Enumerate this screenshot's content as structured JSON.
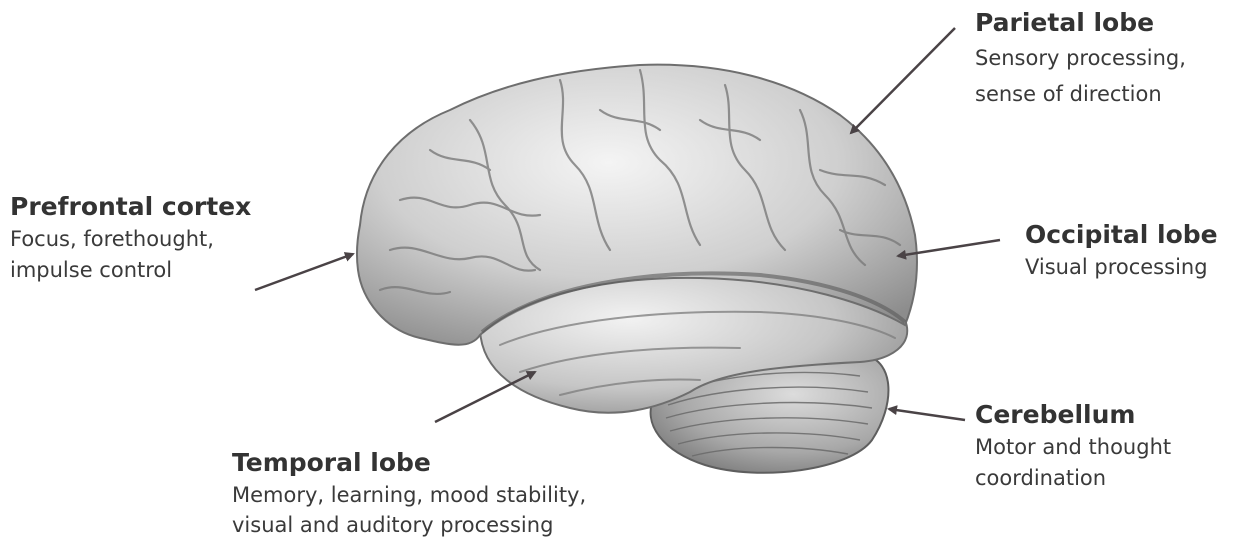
{
  "labels": {
    "parietal": {
      "title": "Parietal lobe",
      "desc_line1": "Sensory processing,",
      "desc_line2": "sense of direction"
    },
    "prefrontal": {
      "title": "Prefrontal cortex",
      "desc_line1": "Focus, forethought,",
      "desc_line2": "impulse control"
    },
    "occipital": {
      "title": "Occipital lobe",
      "desc_line1": "Visual processing"
    },
    "temporal": {
      "title": "Temporal lobe",
      "desc_line1": "Memory, learning, mood stability,",
      "desc_line2": "visual and auditory processing"
    },
    "cerebellum": {
      "title": "Cerebellum",
      "desc_line1": "Motor and thought",
      "desc_line2": "coordination"
    }
  },
  "colors": {
    "text": "#333333",
    "arrow": "#4a4346",
    "brain_light": "#e6e6e6",
    "brain_dark": "#8a8a8a"
  }
}
